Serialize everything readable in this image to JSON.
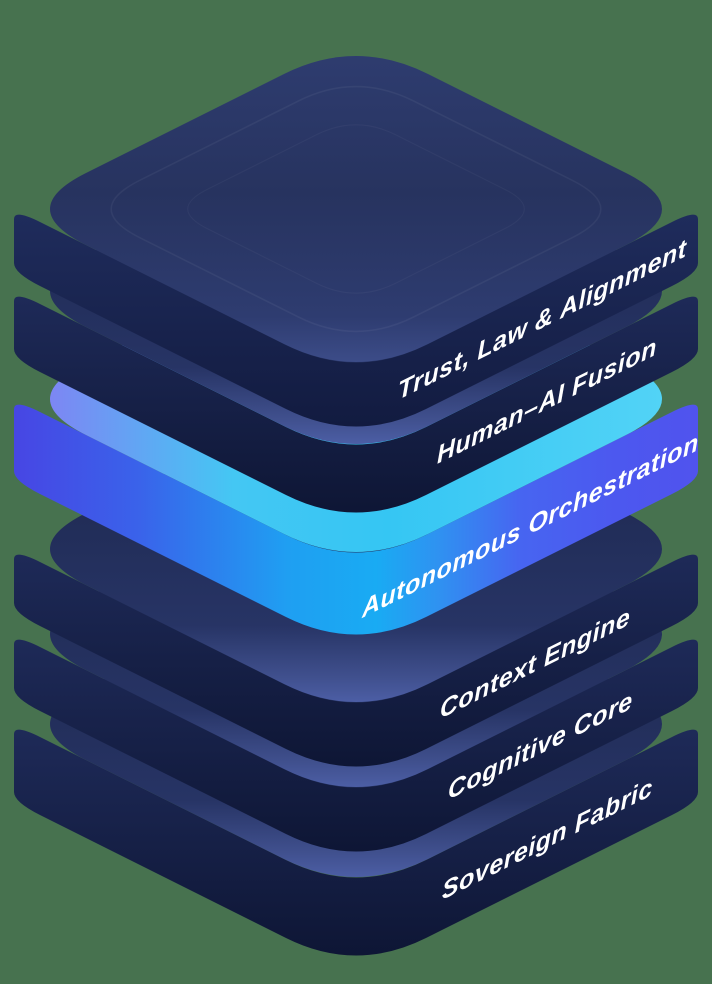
{
  "diagram": {
    "type": "isometric-layer-stack",
    "layers": [
      {
        "id": "trust-law-alignment",
        "label": "Trust, Law & Alignment",
        "highlighted": false
      },
      {
        "id": "human-ai-fusion",
        "label": "Human–AI Fusion",
        "highlighted": false
      },
      {
        "id": "autonomous-orchestration",
        "label": "Autonomous Orchestration",
        "highlighted": true
      },
      {
        "id": "context-engine",
        "label": "Context Engine",
        "highlighted": false
      },
      {
        "id": "cognitive-core",
        "label": "Cognitive Core",
        "highlighted": false
      },
      {
        "id": "sovereign-fabric",
        "label": "Sovereign Fabric",
        "highlighted": false
      }
    ],
    "colors": {
      "background": "#47724f",
      "plate_navy_face_top": "#1e2a58",
      "plate_navy_face_bottom": "#0e1635",
      "plate_navy_top_rim": "#4c5ea5",
      "slab_top_face": "#2e3c6f",
      "highlight_indigo": "#4f55ee",
      "highlight_violet": "#4746e4",
      "highlight_azure": "#19abf3",
      "highlight_cyan_rim": "#3cc9f3",
      "highlight_periwinkle_rim": "#7d86f3",
      "label_text": "#ffffff"
    }
  }
}
